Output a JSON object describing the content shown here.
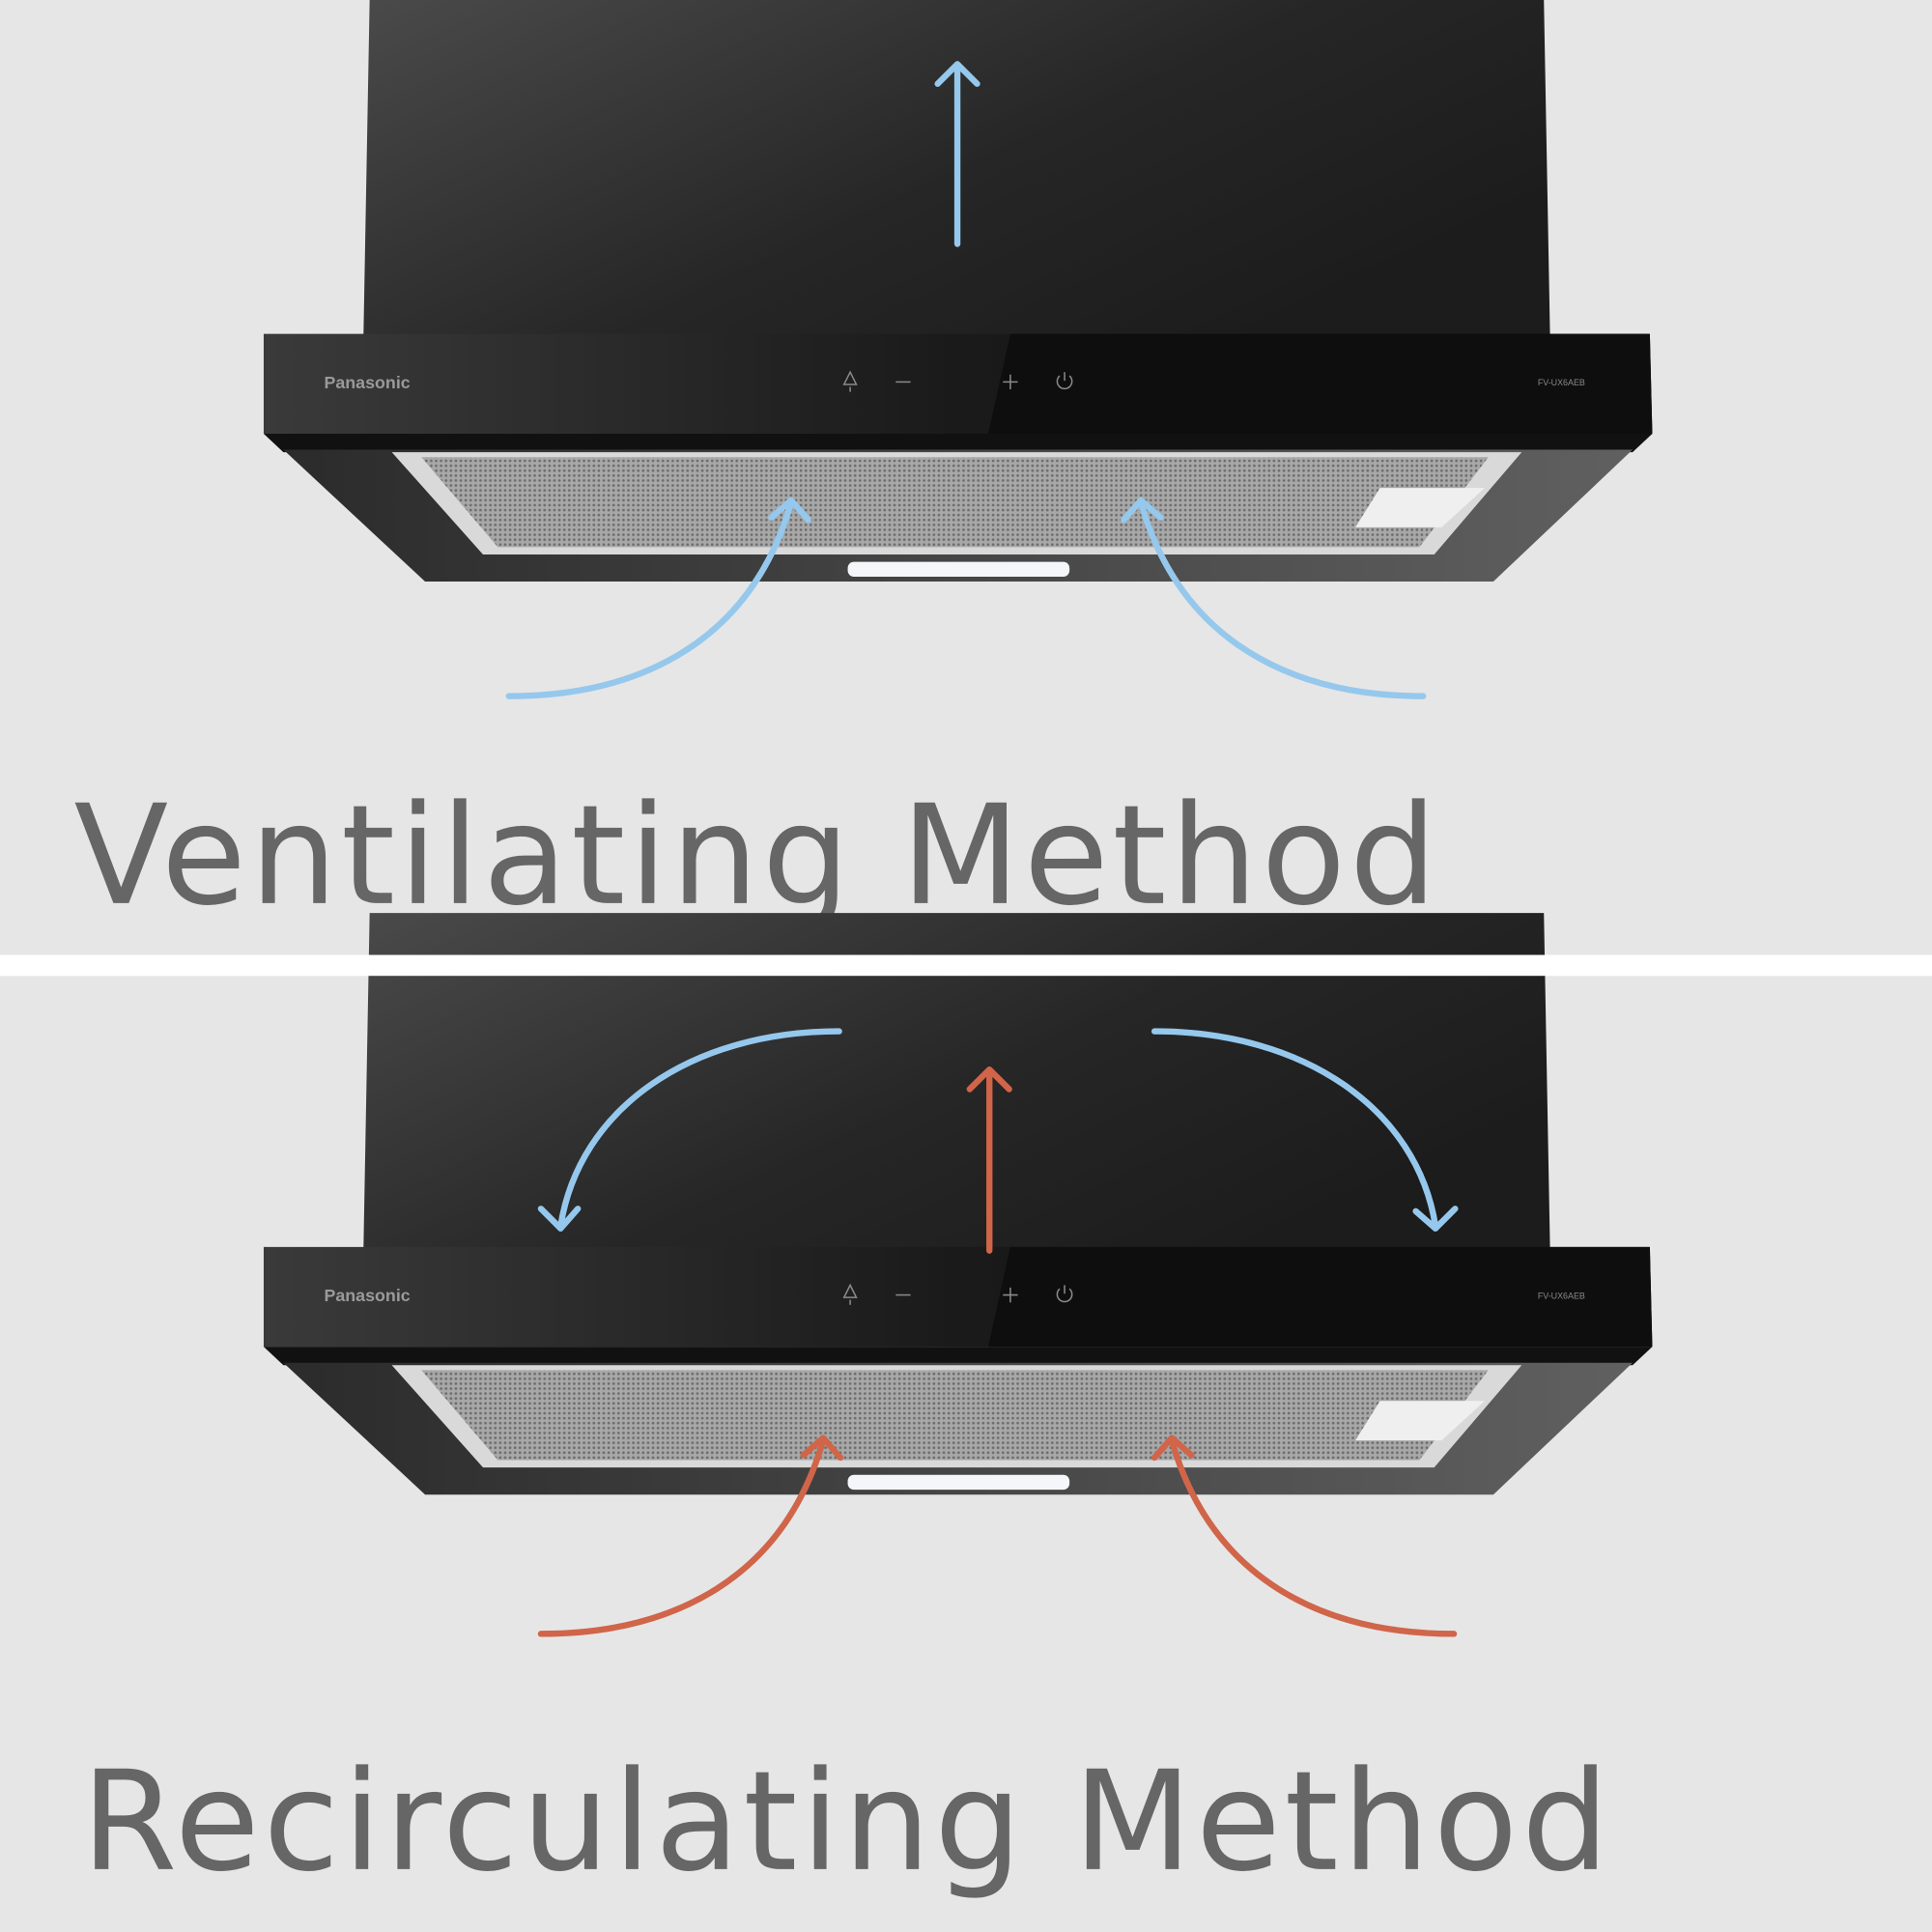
{
  "panels": [
    {
      "title": "Ventilating Method",
      "brand": "Panasonic",
      "model": "FV-UX6AEB",
      "arrow_color": "#95c8ec",
      "intake_color": "#95c8ec"
    },
    {
      "title": "Recirculating Method",
      "brand": "Panasonic",
      "model": "FV-UX6AEB",
      "arrow_color": "#d0654a",
      "intake_color": "#d0654a",
      "return_color": "#95c8ec"
    }
  ],
  "controls": [
    "light-icon",
    "minus-icon",
    "plus-icon",
    "power-icon"
  ],
  "colors": {
    "background": "#e6e6e6",
    "divider": "#ffffff",
    "text": "#666666",
    "blue_airflow": "#95c8ec",
    "red_airflow": "#d0654a"
  }
}
